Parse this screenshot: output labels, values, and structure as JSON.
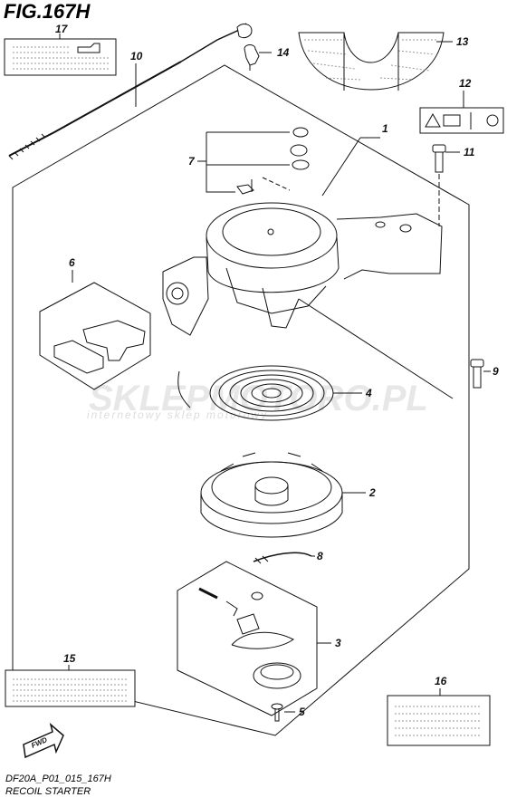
{
  "figure": {
    "title": "FIG.167H",
    "code": "DF20A_P01_015_167H",
    "caption": "RECOIL STARTER"
  },
  "watermark": {
    "brand": "SKLEPMOTORO.PL",
    "tagline": "internetowy sklep motorowy"
  },
  "callouts": [
    "1",
    "2",
    "3",
    "4",
    "5",
    "6",
    "7",
    "8",
    "9",
    "10",
    "11",
    "12",
    "13",
    "14",
    "15",
    "16",
    "17"
  ],
  "fwd_label": "FWD"
}
